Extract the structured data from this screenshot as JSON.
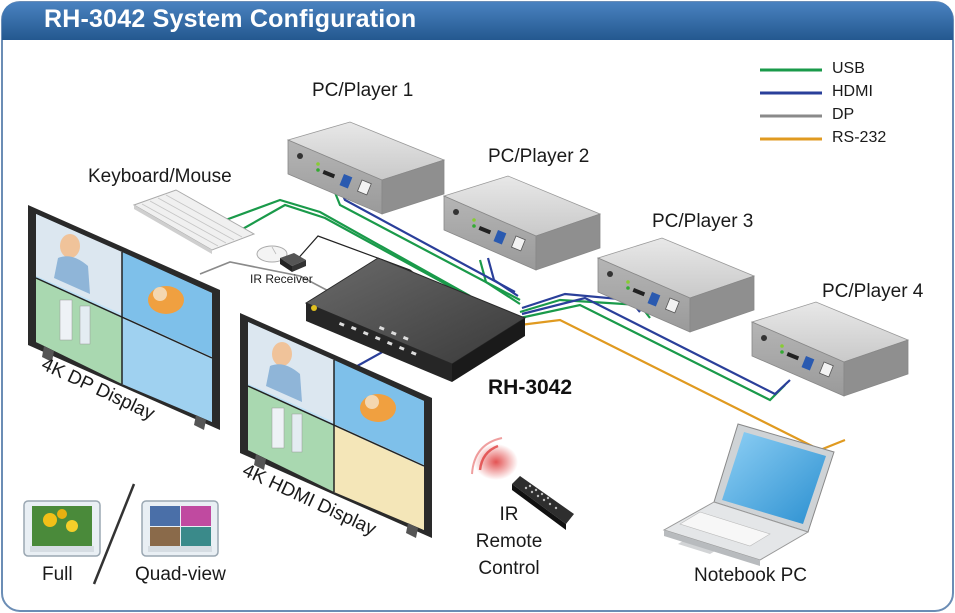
{
  "title": "RH-3042 System Configuration",
  "legend": [
    {
      "label": "USB",
      "color": "#1a9a4a"
    },
    {
      "label": "HDMI",
      "color": "#2a3f9a"
    },
    {
      "label": "DP",
      "color": "#8a8a8a"
    },
    {
      "label": "RS-232",
      "color": "#e09a20"
    }
  ],
  "devices": {
    "player1": "PC/Player 1",
    "player2": "PC/Player 2",
    "player3": "PC/Player 3",
    "player4": "PC/Player 4",
    "keyboard_mouse": "Keyboard/Mouse",
    "ir_receiver": "IR Receiver",
    "switch": "RH-3042",
    "dp_display": "4K DP Display",
    "hdmi_display": "4K HDMI Display",
    "ir_remote_line1": "IR",
    "ir_remote_line2": "Remote",
    "ir_remote_line3": "Control",
    "notebook": "Notebook PC",
    "mode_full": "Full",
    "mode_quad": "Quad-view"
  },
  "colors": {
    "header": "#2f6aa8",
    "header_border": "#6b8db5",
    "usb": "#1a9a4a",
    "hdmi": "#2a3f9a",
    "dp": "#8a8a8a",
    "rs232": "#e09a20"
  }
}
